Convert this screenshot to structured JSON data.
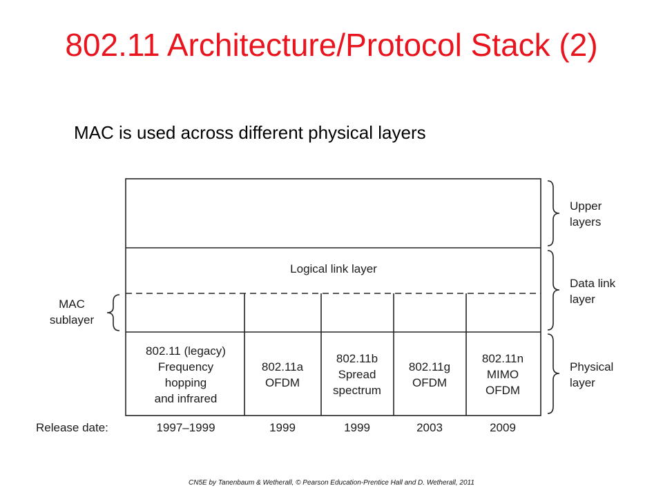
{
  "title": "802.11 Architecture/Protocol Stack (2)",
  "subtitle": "MAC is used across different physical layers",
  "diagram": {
    "upper_layers": [
      "Upper",
      "layers"
    ],
    "data_link_layer": [
      "Data link",
      "layer"
    ],
    "physical_layer": [
      "Physical",
      "layer"
    ],
    "mac_sublayer": [
      "MAC",
      "sublayer"
    ],
    "logical_link_layer": "Logical link layer",
    "release_date_label": "Release date:",
    "standards": [
      {
        "lines": [
          "802.11 (legacy)",
          "Frequency",
          "hopping",
          "and infrared"
        ],
        "release": "1997–1999"
      },
      {
        "lines": [
          "802.11a",
          "OFDM"
        ],
        "release": "1999"
      },
      {
        "lines": [
          "802.11b",
          "Spread",
          "spectrum"
        ],
        "release": "1999"
      },
      {
        "lines": [
          "802.11g",
          "OFDM"
        ],
        "release": "2003"
      },
      {
        "lines": [
          "802.11n",
          "MIMO",
          "OFDM"
        ],
        "release": "2009"
      }
    ]
  },
  "footer": "CN5E by Tanenbaum & Wetherall, © Pearson Education-Prentice Hall and D. Wetherall, 2011"
}
